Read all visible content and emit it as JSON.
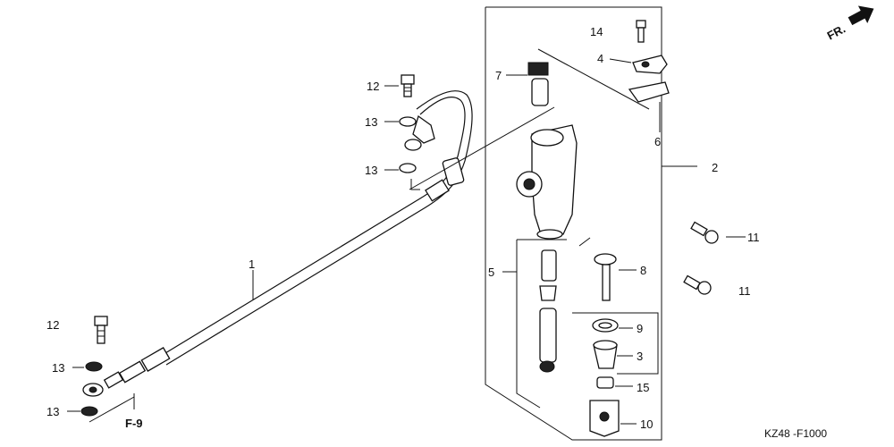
{
  "callouts": {
    "c1": "1",
    "c2": "2",
    "c3": "3",
    "c4": "4",
    "c5": "5",
    "c6": "6",
    "c7": "7",
    "c8": "8",
    "c9": "9",
    "c10": "10",
    "c11a": "11",
    "c11b": "11",
    "c12a": "12",
    "c12b": "12",
    "c13a": "13",
    "c13b": "13",
    "c13c": "13",
    "c14": "14",
    "c15": "15"
  },
  "ref_page": "F-9",
  "direction": "FR.",
  "diagram_code": "KZ48 -F1000"
}
